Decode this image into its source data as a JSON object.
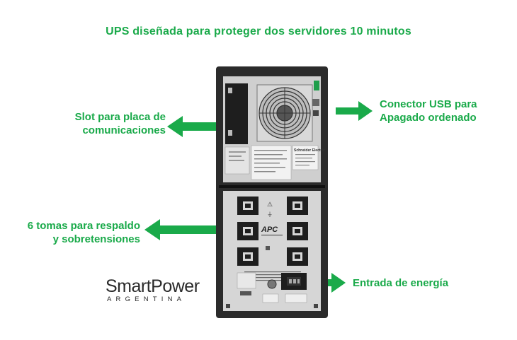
{
  "title": "UPS diseñada para proteger dos servidores 10 minutos",
  "annotations": {
    "slot_line1": "Slot para placa de",
    "slot_line2": "comunicaciones",
    "usb_line1": "Conector USB para",
    "usb_line2": "Apagado ordenado",
    "outlets_line1": "6 tomas para respaldo",
    "outlets_line2": "y sobretensiones",
    "power_in": "Entrada de energía"
  },
  "device": {
    "brand_logo": "APC",
    "maker_label": "Schneider Electric"
  },
  "logo": {
    "main": "SmartPower",
    "sub": "ARGENTINA"
  },
  "colors": {
    "accent_green": "#1aaa4a",
    "ups_body": "#2b2b2b",
    "panel_silver": "#d6d6d6"
  }
}
